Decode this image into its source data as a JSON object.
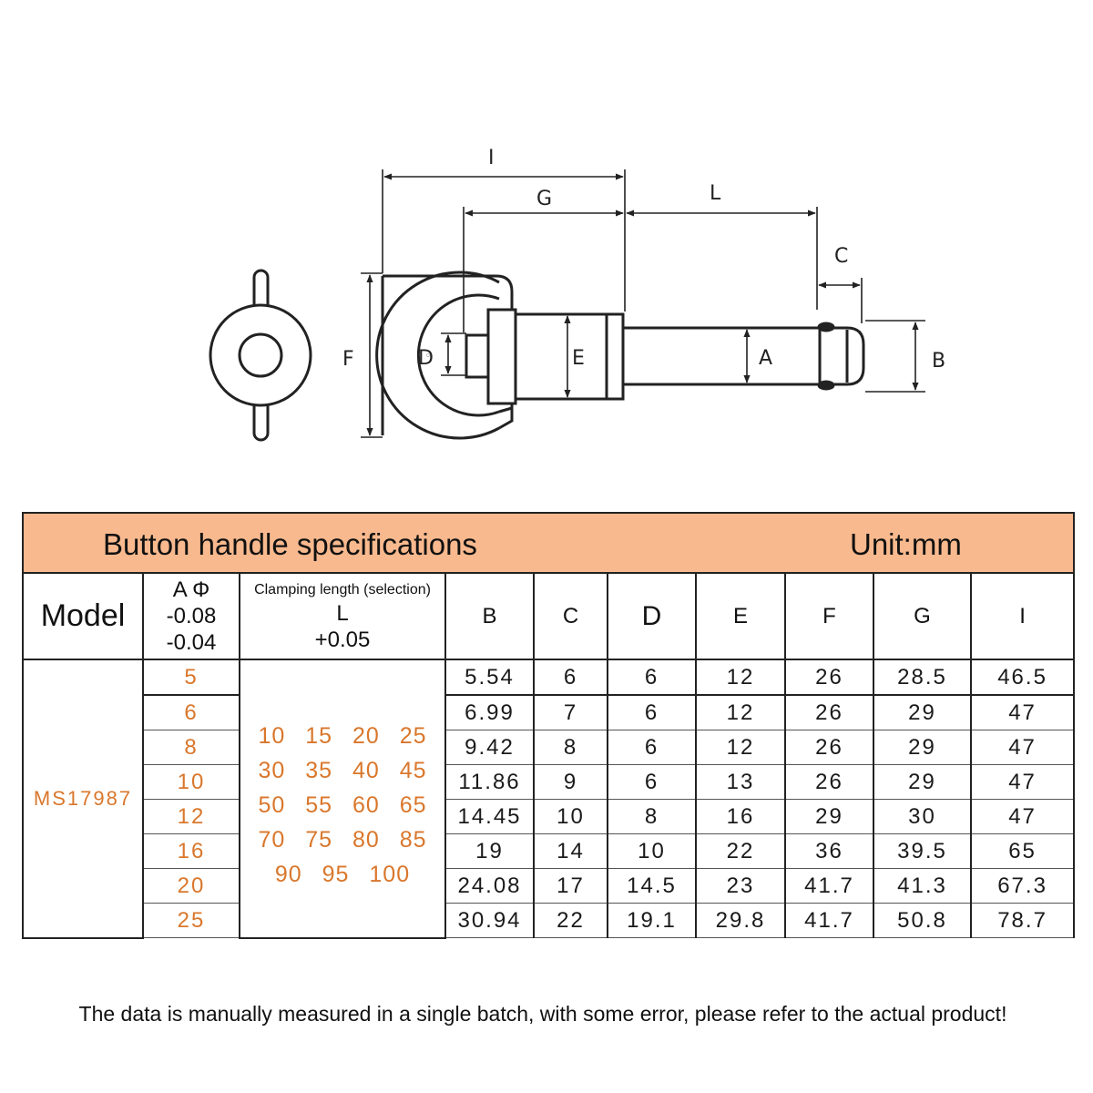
{
  "drawing": {
    "labels": {
      "I": "I",
      "G": "G",
      "L": "L",
      "C": "C",
      "F": "F",
      "D": "D",
      "E": "E",
      "A": "A",
      "B": "B"
    }
  },
  "table": {
    "title": "Button handle specifications",
    "unit": "Unit:mm",
    "headers": {
      "model": "Model",
      "a_line1": "A Φ",
      "a_line2": "-0.08",
      "a_line3": "-0.04",
      "l_line1": "Clamping length (selection)",
      "l_line2": "L",
      "l_line3": "+0.05",
      "b": "B",
      "c": "C",
      "d": "D",
      "e": "E",
      "f": "F",
      "g": "G",
      "i": "I"
    },
    "model_name": "MS17987",
    "clamping_lengths": [
      "10  15  20  25",
      "30  35  40  45",
      "50  55  60  65",
      "70  75  80  85",
      "90  95  100"
    ],
    "rows": [
      {
        "a": "5",
        "b": "5.54",
        "c": "6",
        "d": "6",
        "e": "12",
        "f": "26",
        "g": "28.5",
        "i": "46.5"
      },
      {
        "a": "6",
        "b": "6.99",
        "c": "7",
        "d": "6",
        "e": "12",
        "f": "26",
        "g": "29",
        "i": "47"
      },
      {
        "a": "8",
        "b": "9.42",
        "c": "8",
        "d": "6",
        "e": "12",
        "f": "26",
        "g": "29",
        "i": "47"
      },
      {
        "a": "10",
        "b": "11.86",
        "c": "9",
        "d": "6",
        "e": "13",
        "f": "26",
        "g": "29",
        "i": "47"
      },
      {
        "a": "12",
        "b": "14.45",
        "c": "10",
        "d": "8",
        "e": "16",
        "f": "29",
        "g": "30",
        "i": "47"
      },
      {
        "a": "16",
        "b": "19",
        "c": "14",
        "d": "10",
        "e": "22",
        "f": "36",
        "g": "39.5",
        "i": "65"
      },
      {
        "a": "20",
        "b": "24.08",
        "c": "17",
        "d": "14.5",
        "e": "23",
        "f": "41.7",
        "g": "41.3",
        "i": "67.3"
      },
      {
        "a": "25",
        "b": "30.94",
        "c": "22",
        "d": "19.1",
        "e": "29.8",
        "f": "41.7",
        "g": "50.8",
        "i": "78.7"
      }
    ]
  },
  "footer": "The data is manually measured in a single batch, with some error, please refer to the actual product!",
  "colors": {
    "header_bg": "#f8b98e",
    "accent_orange": "#d9772c"
  }
}
